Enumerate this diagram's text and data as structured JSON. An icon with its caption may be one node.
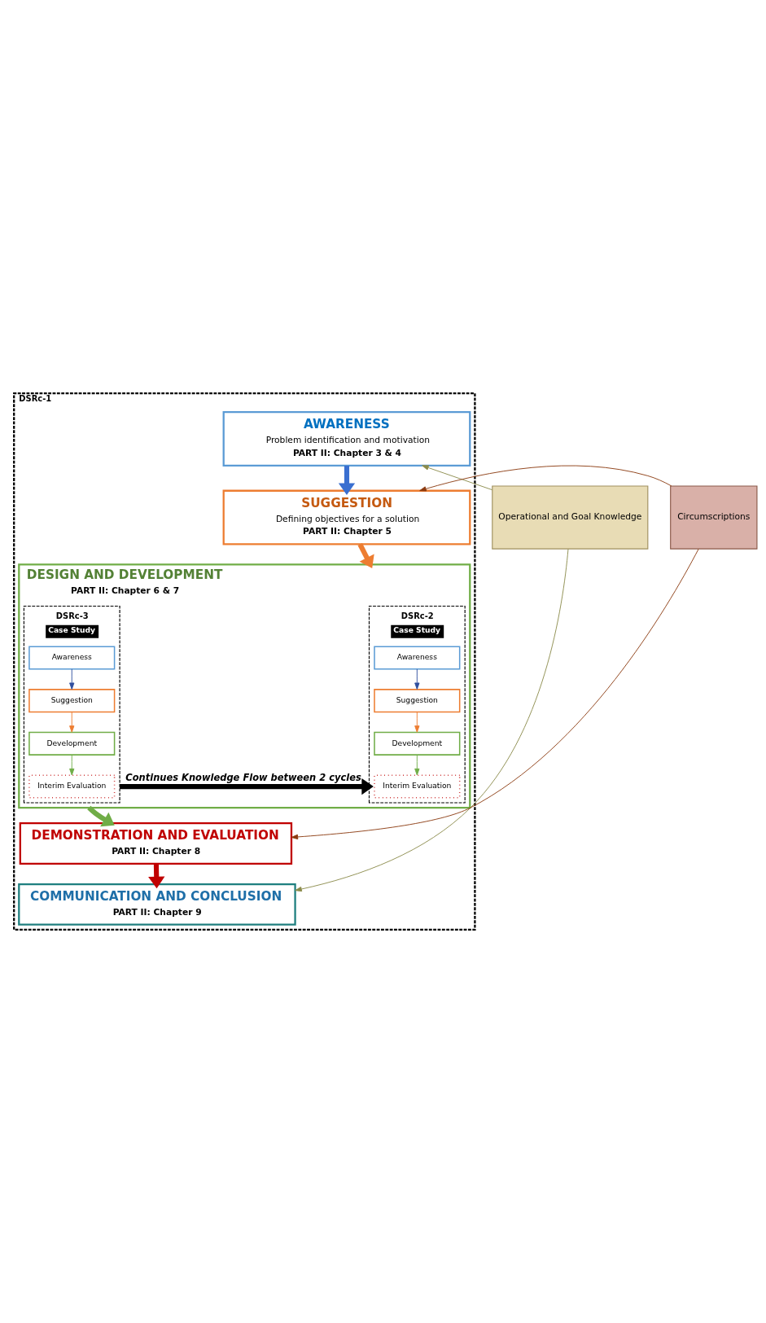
{
  "diagram": {
    "nodes": [
      {
        "text": [
          "DSRc-1"
        ]
      },
      {
        "text": [
          "AWARENESS",
          "Problem identification and motivation",
          "PART II: Chapter 3 & 4"
        ],
        "in": 0
      },
      {
        "text": [
          "SUGGESTION",
          "Defining objectives for a solution",
          "PART II: Chapter 5"
        ],
        "in": 0
      },
      {
        "text": [
          "DESIGN AND DEVELOPMENT",
          "PART II: Chapter 6 & 7"
        ],
        "in": 0
      },
      {
        "text": [
          "DSRc-2",
          "Case Study"
        ],
        "in": 3
      },
      {
        "text": [
          "Awareness"
        ],
        "in": 4
      },
      {
        "text": [
          "Suggestion"
        ],
        "in": 4
      },
      {
        "text": [
          "Development"
        ],
        "in": 4
      },
      {
        "text": [
          "Interim Evaluation"
        ],
        "in": 4
      },
      {
        "text": [
          "DSRc-3",
          "Case Study"
        ],
        "in": 3
      },
      {
        "text": [
          "Awareness"
        ],
        "in": 9
      },
      {
        "text": [
          "Suggestion"
        ],
        "in": 9
      },
      {
        "text": [
          "Development"
        ],
        "in": 9
      },
      {
        "text": [
          "Interim Evaluation"
        ],
        "in": 9
      },
      {
        "text": [
          "DEMONSTRATION AND EVALUATION",
          "PART II: Chapter 8"
        ],
        "in": 0
      },
      {
        "text": [
          "COMMUNICATION AND CONCLUSION",
          "PART II: Chapter 9"
        ],
        "in": 0
      },
      {
        "text": [
          "Operational and Goal Knowledge"
        ]
      },
      {
        "text": [
          "Circumscriptions"
        ]
      }
    ],
    "edges": [
      {
        "from": 1,
        "to": 2,
        "arrow": "to",
        "style": "thick",
        "color": "#3a6fd0"
      },
      {
        "from": 2,
        "to": 3,
        "arrow": "to",
        "style": "thick",
        "color": "#ed7d31"
      },
      {
        "from": 3,
        "to": 14,
        "arrow": "to",
        "style": "thick",
        "color": "#70ad47"
      },
      {
        "from": 14,
        "to": 15,
        "arrow": "to",
        "style": "thick",
        "color": "#c00000"
      },
      {
        "from": 5,
        "to": 6,
        "arrow": "to",
        "color": "#2f4f9f"
      },
      {
        "from": 6,
        "to": 7,
        "arrow": "to",
        "color": "#ed7d31"
      },
      {
        "from": 7,
        "to": 8,
        "arrow": "to",
        "color": "#70ad47"
      },
      {
        "from": 10,
        "to": 11,
        "arrow": "to",
        "color": "#2f4f9f"
      },
      {
        "from": 11,
        "to": 12,
        "arrow": "to",
        "color": "#ed7d31"
      },
      {
        "from": 12,
        "to": 13,
        "arrow": "to",
        "color": "#70ad47"
      },
      {
        "from": 9,
        "to": 4,
        "arrow": "to",
        "style": "thick",
        "color": "#000000",
        "label": "Continues Knowledge Flow between 2 cycles"
      },
      {
        "from": 16,
        "to": 1,
        "arrow": "to",
        "color": "#8b8b4a"
      },
      {
        "from": 16,
        "to": 15,
        "arrow": "to",
        "color": "#8b8b4a"
      },
      {
        "from": 17,
        "to": 2,
        "arrow": "to",
        "color": "#8b3a0f"
      },
      {
        "from": 17,
        "to": 14,
        "arrow": "to",
        "color": "#8b3a0f"
      }
    ]
  }
}
